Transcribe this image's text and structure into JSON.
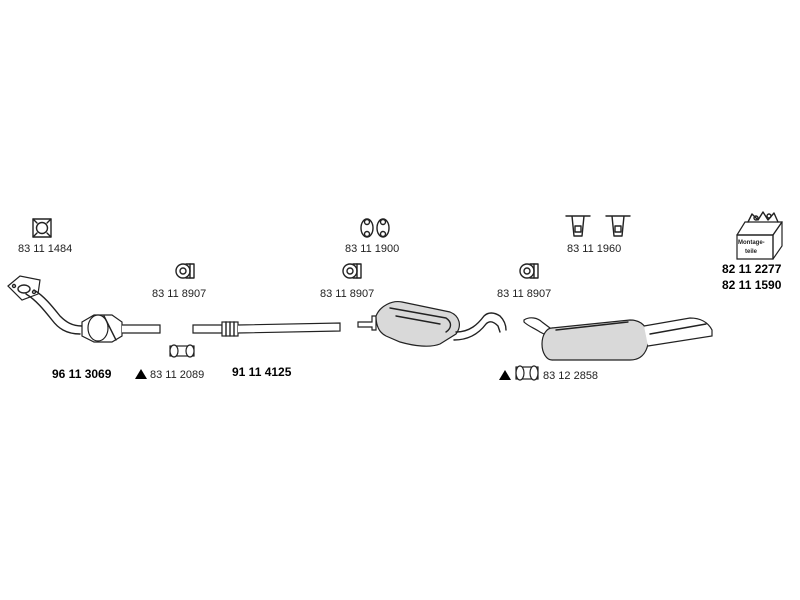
{
  "labels": {
    "flange_gasket": "83 11 1484",
    "hanger_pair_mid": "83 11 1900",
    "hanger_pair_rear": "83 11 1960",
    "mounting_kit_1": "82 11 2277",
    "mounting_kit_2": "82 11 1590",
    "mounting_kit_box": "Montage-\nteile",
    "clamp_1": "83 11 8907",
    "clamp_2": "83 11 8907",
    "clamp_3": "83 11 8907",
    "catalytic_converter": "96 11 3069",
    "connector_front": "83 11 2089",
    "flex_pipe": "91 11 4125",
    "connector_rear": "83 12 2858"
  },
  "icons": {
    "gasket": "square-gasket-icon",
    "hanger": "rubber-hanger-icon",
    "bracket": "bracket-hanger-icon",
    "clamp": "pipe-clamp-icon",
    "sleeve": "connector-sleeve-icon",
    "warning": "warning-triangle-icon",
    "kit": "mounting-kit-box-icon"
  }
}
